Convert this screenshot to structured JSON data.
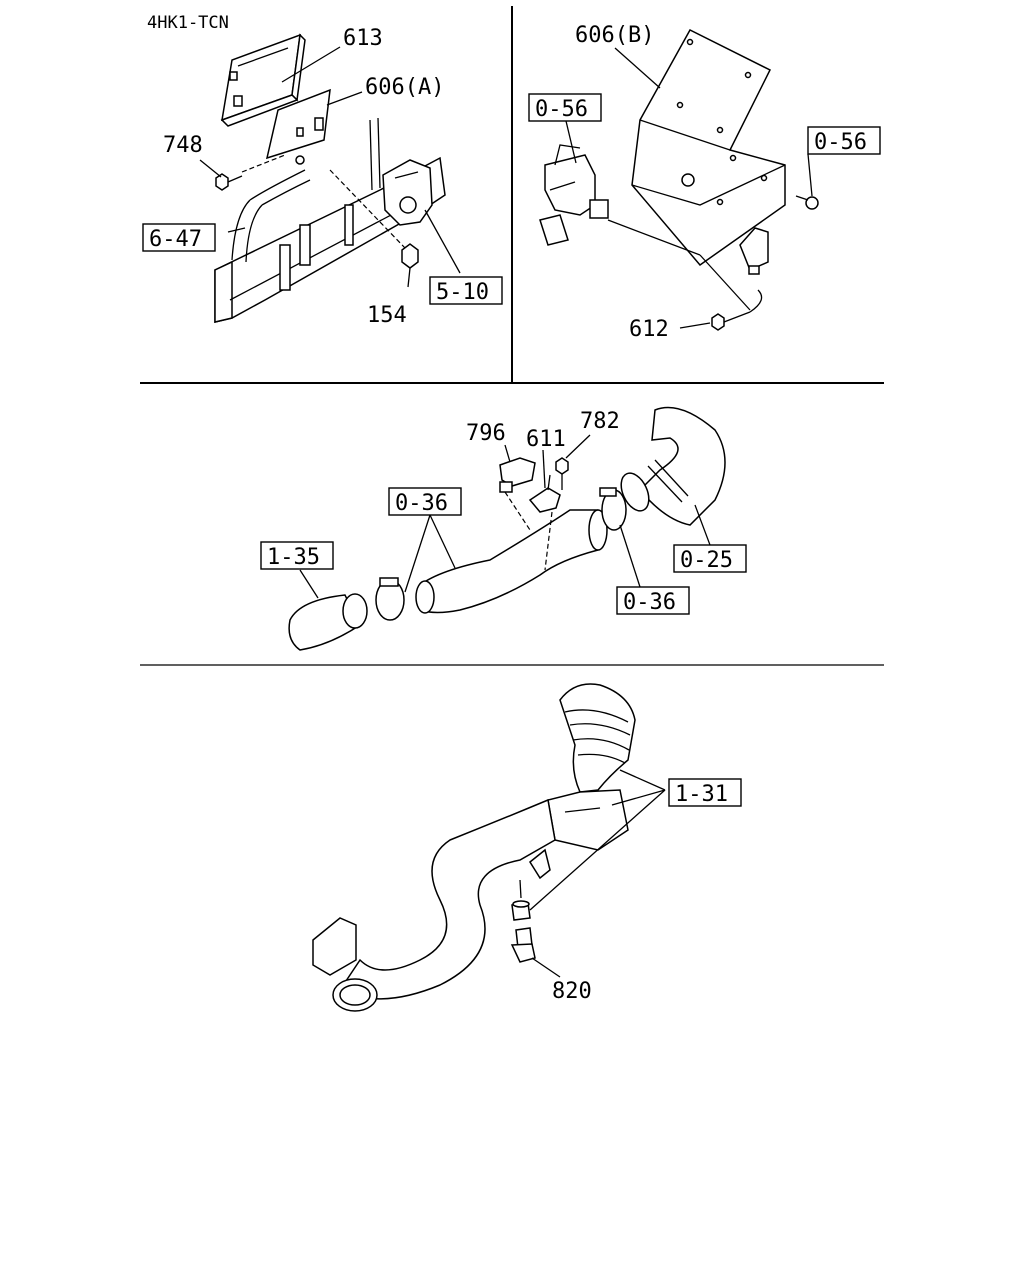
{
  "header": {
    "engine_code": "4HK1-TCN"
  },
  "top_left": {
    "labels": {
      "ecu": "613",
      "bracket_a": "606(A)",
      "bolt": "748",
      "ref_frame": "6-47",
      "nut": "154",
      "ref_mount": "5-10"
    }
  },
  "top_right": {
    "labels": {
      "bracket_b": "606(B)",
      "ref_relay": "0-56",
      "ref_screw": "0-56",
      "bolt": "612"
    }
  },
  "middle": {
    "labels": {
      "sensor": "796",
      "bracket": "611",
      "screw": "782",
      "ref_clamp_left": "0-36",
      "ref_hose_left": "1-35",
      "ref_clamp_right": "0-36",
      "ref_hose_right": "0-25"
    }
  },
  "bottom": {
    "labels": {
      "ref_duct": "1-31",
      "sensor": "820"
    }
  }
}
